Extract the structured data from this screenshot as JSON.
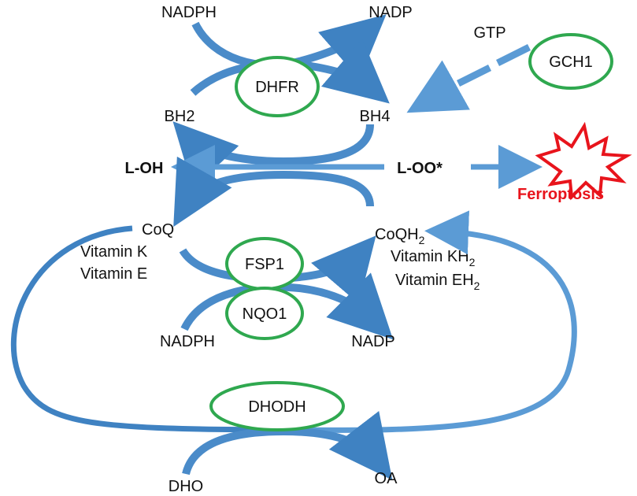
{
  "colors": {
    "arrow_light": "#5b9bd5",
    "arrow_dark": "#2e6fab",
    "enzyme_outline": "#2fa84f",
    "ferroptosis": "#e8141c",
    "text": "#111111"
  },
  "top_cycle": {
    "nadph": "NADPH",
    "nadp": "NADP",
    "enzyme": "DHFR",
    "bh2": "BH2",
    "bh4": "BH4",
    "gtp": "GTP",
    "gch1": "GCH1"
  },
  "middle": {
    "loh": "L-OH",
    "loo": "L-OO*",
    "ferroptosis": "Ferroptosis",
    "burst_icon": "explosion-burst-icon"
  },
  "fsp1_cycle": {
    "coq": "CoQ",
    "vitamin_k": "Vitamin K",
    "vitamin_e": "Vitamin E",
    "coqh2_base": "CoQH",
    "vitamin_kh2_base": "Vitamin KH",
    "vitamin_eh2_base": "Vitamin EH",
    "subscript": "2",
    "fsp1": "FSP1",
    "nqo1": "NQO1",
    "nadph": "NADPH",
    "nadp": "NADP"
  },
  "dhodh_cycle": {
    "enzyme": "DHODH",
    "dho": "DHO",
    "oa": "OA"
  }
}
